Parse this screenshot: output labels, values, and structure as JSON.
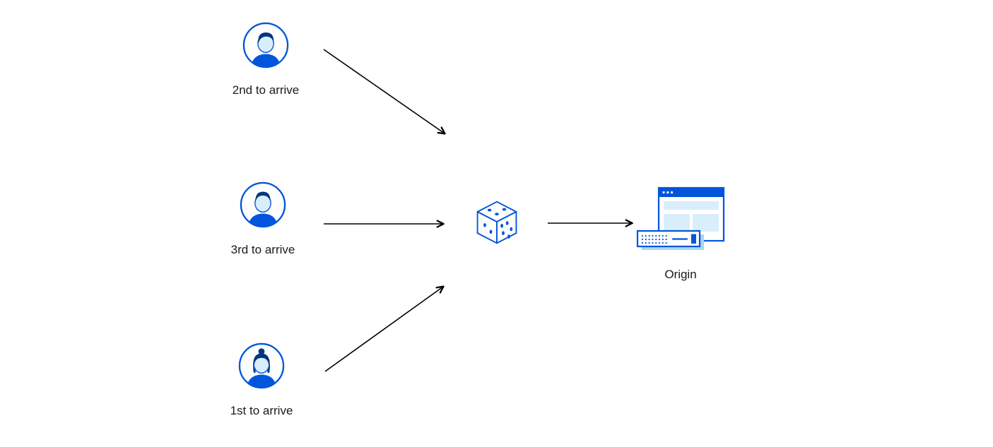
{
  "diagram": {
    "clients": [
      {
        "id": "client-2nd",
        "label": "2nd to arrive",
        "icon": "male-avatar-icon"
      },
      {
        "id": "client-3rd",
        "label": "3rd to arrive",
        "icon": "male-avatar-icon"
      },
      {
        "id": "client-1st",
        "label": "1st to arrive",
        "icon": "female-avatar-icon"
      }
    ],
    "selector": {
      "id": "random-selector",
      "icon": "dice-icon"
    },
    "origin": {
      "id": "origin",
      "label": "Origin",
      "icon": "origin-server-icon"
    },
    "edges": [
      {
        "from": "client-2nd",
        "to": "random-selector"
      },
      {
        "from": "client-3rd",
        "to": "random-selector"
      },
      {
        "from": "client-1st",
        "to": "random-selector"
      },
      {
        "from": "random-selector",
        "to": "origin"
      }
    ],
    "colors": {
      "primary_blue": "#0055dc",
      "dark_navy": "#003681",
      "light_blue_fill": "#d9eefb",
      "shadow_blue": "#a9d7f5",
      "arrow": "#000000",
      "text": "#1b1b1b"
    }
  }
}
